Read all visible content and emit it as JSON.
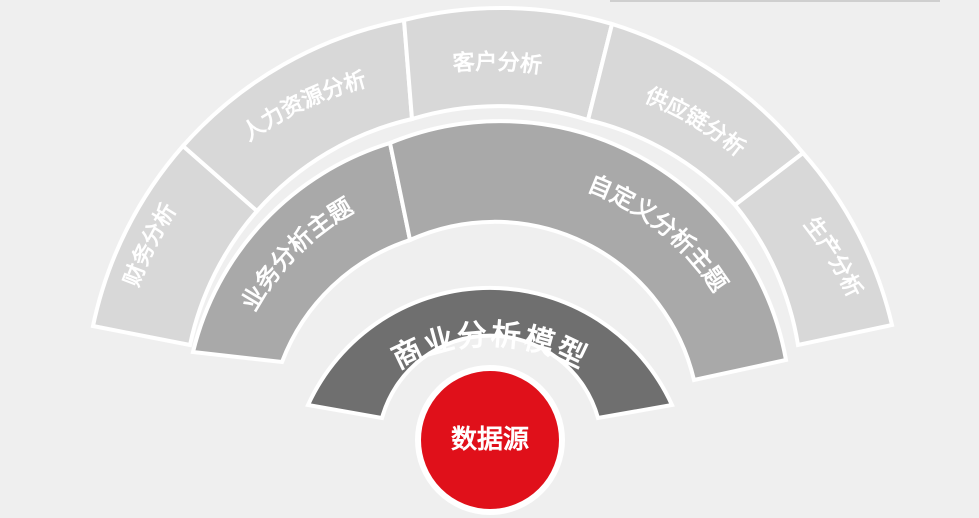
{
  "diagram": {
    "center": {
      "label": "数据源",
      "color": "#e0101a"
    },
    "ring2": {
      "label": "商业分析模型",
      "color": "#6f6f6f"
    },
    "ring3": {
      "color": "#a9a9a9",
      "segments": [
        {
          "label": "业务分析主题"
        },
        {
          "label": "自定义分析主题"
        }
      ]
    },
    "ring4": {
      "color": "#d8d8d8",
      "segments": [
        {
          "label": "财务分析"
        },
        {
          "label": "人力资源分析"
        },
        {
          "label": "客户分析"
        },
        {
          "label": "供应链分析"
        },
        {
          "label": "生产分析"
        }
      ]
    }
  }
}
